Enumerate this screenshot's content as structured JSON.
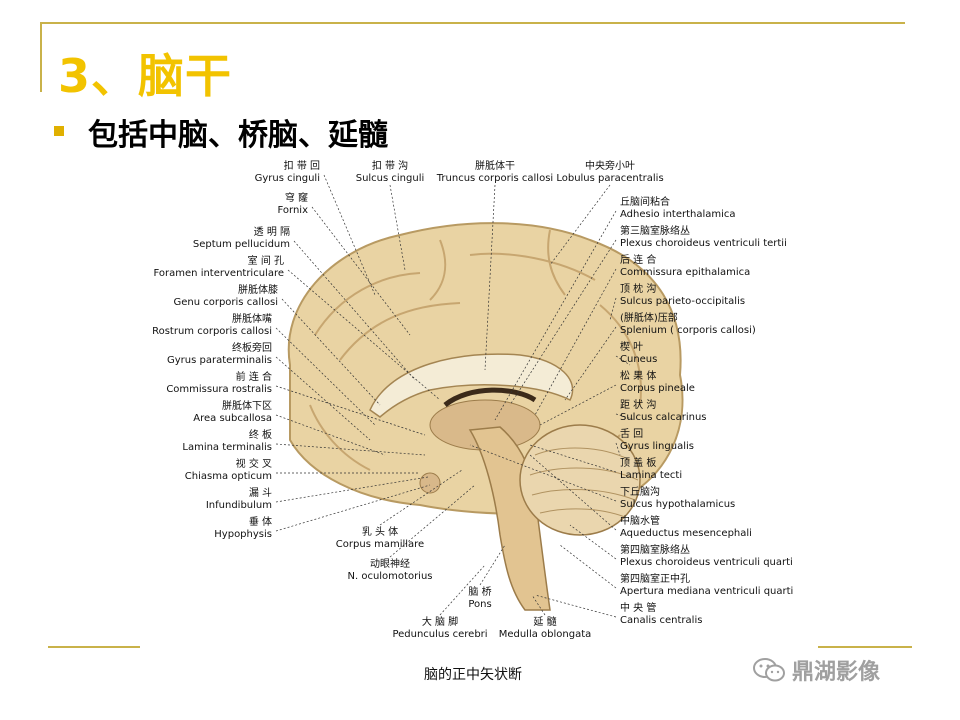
{
  "slide": {
    "title": "3、脑干",
    "bullet": "包括中脑、桥脑、延髓",
    "caption": "脑的正中矢状断",
    "watermark": "鼎湖影像",
    "accent_color": "#f2c300",
    "line_color": "#c9b24a"
  },
  "figure": {
    "labels_left": [
      {
        "zh": "扣 带 回",
        "la": "Gyrus cinguli"
      },
      {
        "zh": "穹    窿",
        "la": "Fornix"
      },
      {
        "zh": "透 明 隔",
        "la": "Septum pellucidum"
      },
      {
        "zh": "室 间 孔",
        "la": "Foramen interventriculare"
      },
      {
        "zh": "胼胝体膝",
        "la": "Genu corporis callosi"
      },
      {
        "zh": "胼胝体嘴",
        "la": "Rostrum corporis callosi"
      },
      {
        "zh": "终板旁回",
        "la": "Gyrus paraterminalis"
      },
      {
        "zh": "前 连 合",
        "la": "Commissura rostralis"
      },
      {
        "zh": "胼胝体下区",
        "la": "Area subcallosa"
      },
      {
        "zh": "终    板",
        "la": "Lamina terminalis"
      },
      {
        "zh": "视 交 叉",
        "la": "Chiasma opticum"
      },
      {
        "zh": "漏    斗",
        "la": "Infundibulum"
      },
      {
        "zh": "垂    体",
        "la": "Hypophysis"
      }
    ],
    "labels_top": [
      {
        "zh": "扣 带 沟",
        "la": "Sulcus cinguli"
      },
      {
        "zh": "胼胝体干",
        "la": "Truncus corporis callosi"
      },
      {
        "zh": "中央旁小叶",
        "la": "Lobulus paracentralis"
      }
    ],
    "labels_right": [
      {
        "zh": "丘脑间粘合",
        "la": "Adhesio interthalamica"
      },
      {
        "zh": "第三脑室脉络丛",
        "la": "Plexus choroideus ventriculi tertii"
      },
      {
        "zh": "后 连 合",
        "la": "Commissura epithalamica"
      },
      {
        "zh": "顶 枕 沟",
        "la": "Sulcus parieto-occipitalis"
      },
      {
        "zh": "(胼胝体)压部",
        "la": "Splenium ( corporis callosi)"
      },
      {
        "zh": "楔    叶",
        "la": "Cuneus"
      },
      {
        "zh": "松 果 体",
        "la": "Corpus pineale"
      },
      {
        "zh": "距 状 沟",
        "la": "Sulcus calcarinus"
      },
      {
        "zh": "舌    回",
        "la": "Gyrus lingualis"
      },
      {
        "zh": "顶 盖 板",
        "la": "Lamina tecti"
      },
      {
        "zh": "下丘脑沟",
        "la": "Sulcus hypothalamicus"
      },
      {
        "zh": "中脑水管",
        "la": "Aqueductus mesencephali"
      },
      {
        "zh": "第四脑室脉络丛",
        "la": "Plexus choroideus ventriculi quarti"
      },
      {
        "zh": "第四脑室正中孔",
        "la": "Apertura mediana ventriculi quarti"
      },
      {
        "zh": "中 央 管",
        "la": "Canalis centralis"
      }
    ],
    "labels_bottom": [
      {
        "zh": "乳 头 体",
        "la": "Corpus mamillare"
      },
      {
        "zh": "动眼神经",
        "la": "N. oculomotorius"
      },
      {
        "zh": "脑    桥",
        "la": "Pons"
      },
      {
        "zh": "大 脑 脚",
        "la": "Pedunculus cerebri"
      },
      {
        "zh": "延    髓",
        "la": "Medulla oblongata"
      }
    ]
  }
}
